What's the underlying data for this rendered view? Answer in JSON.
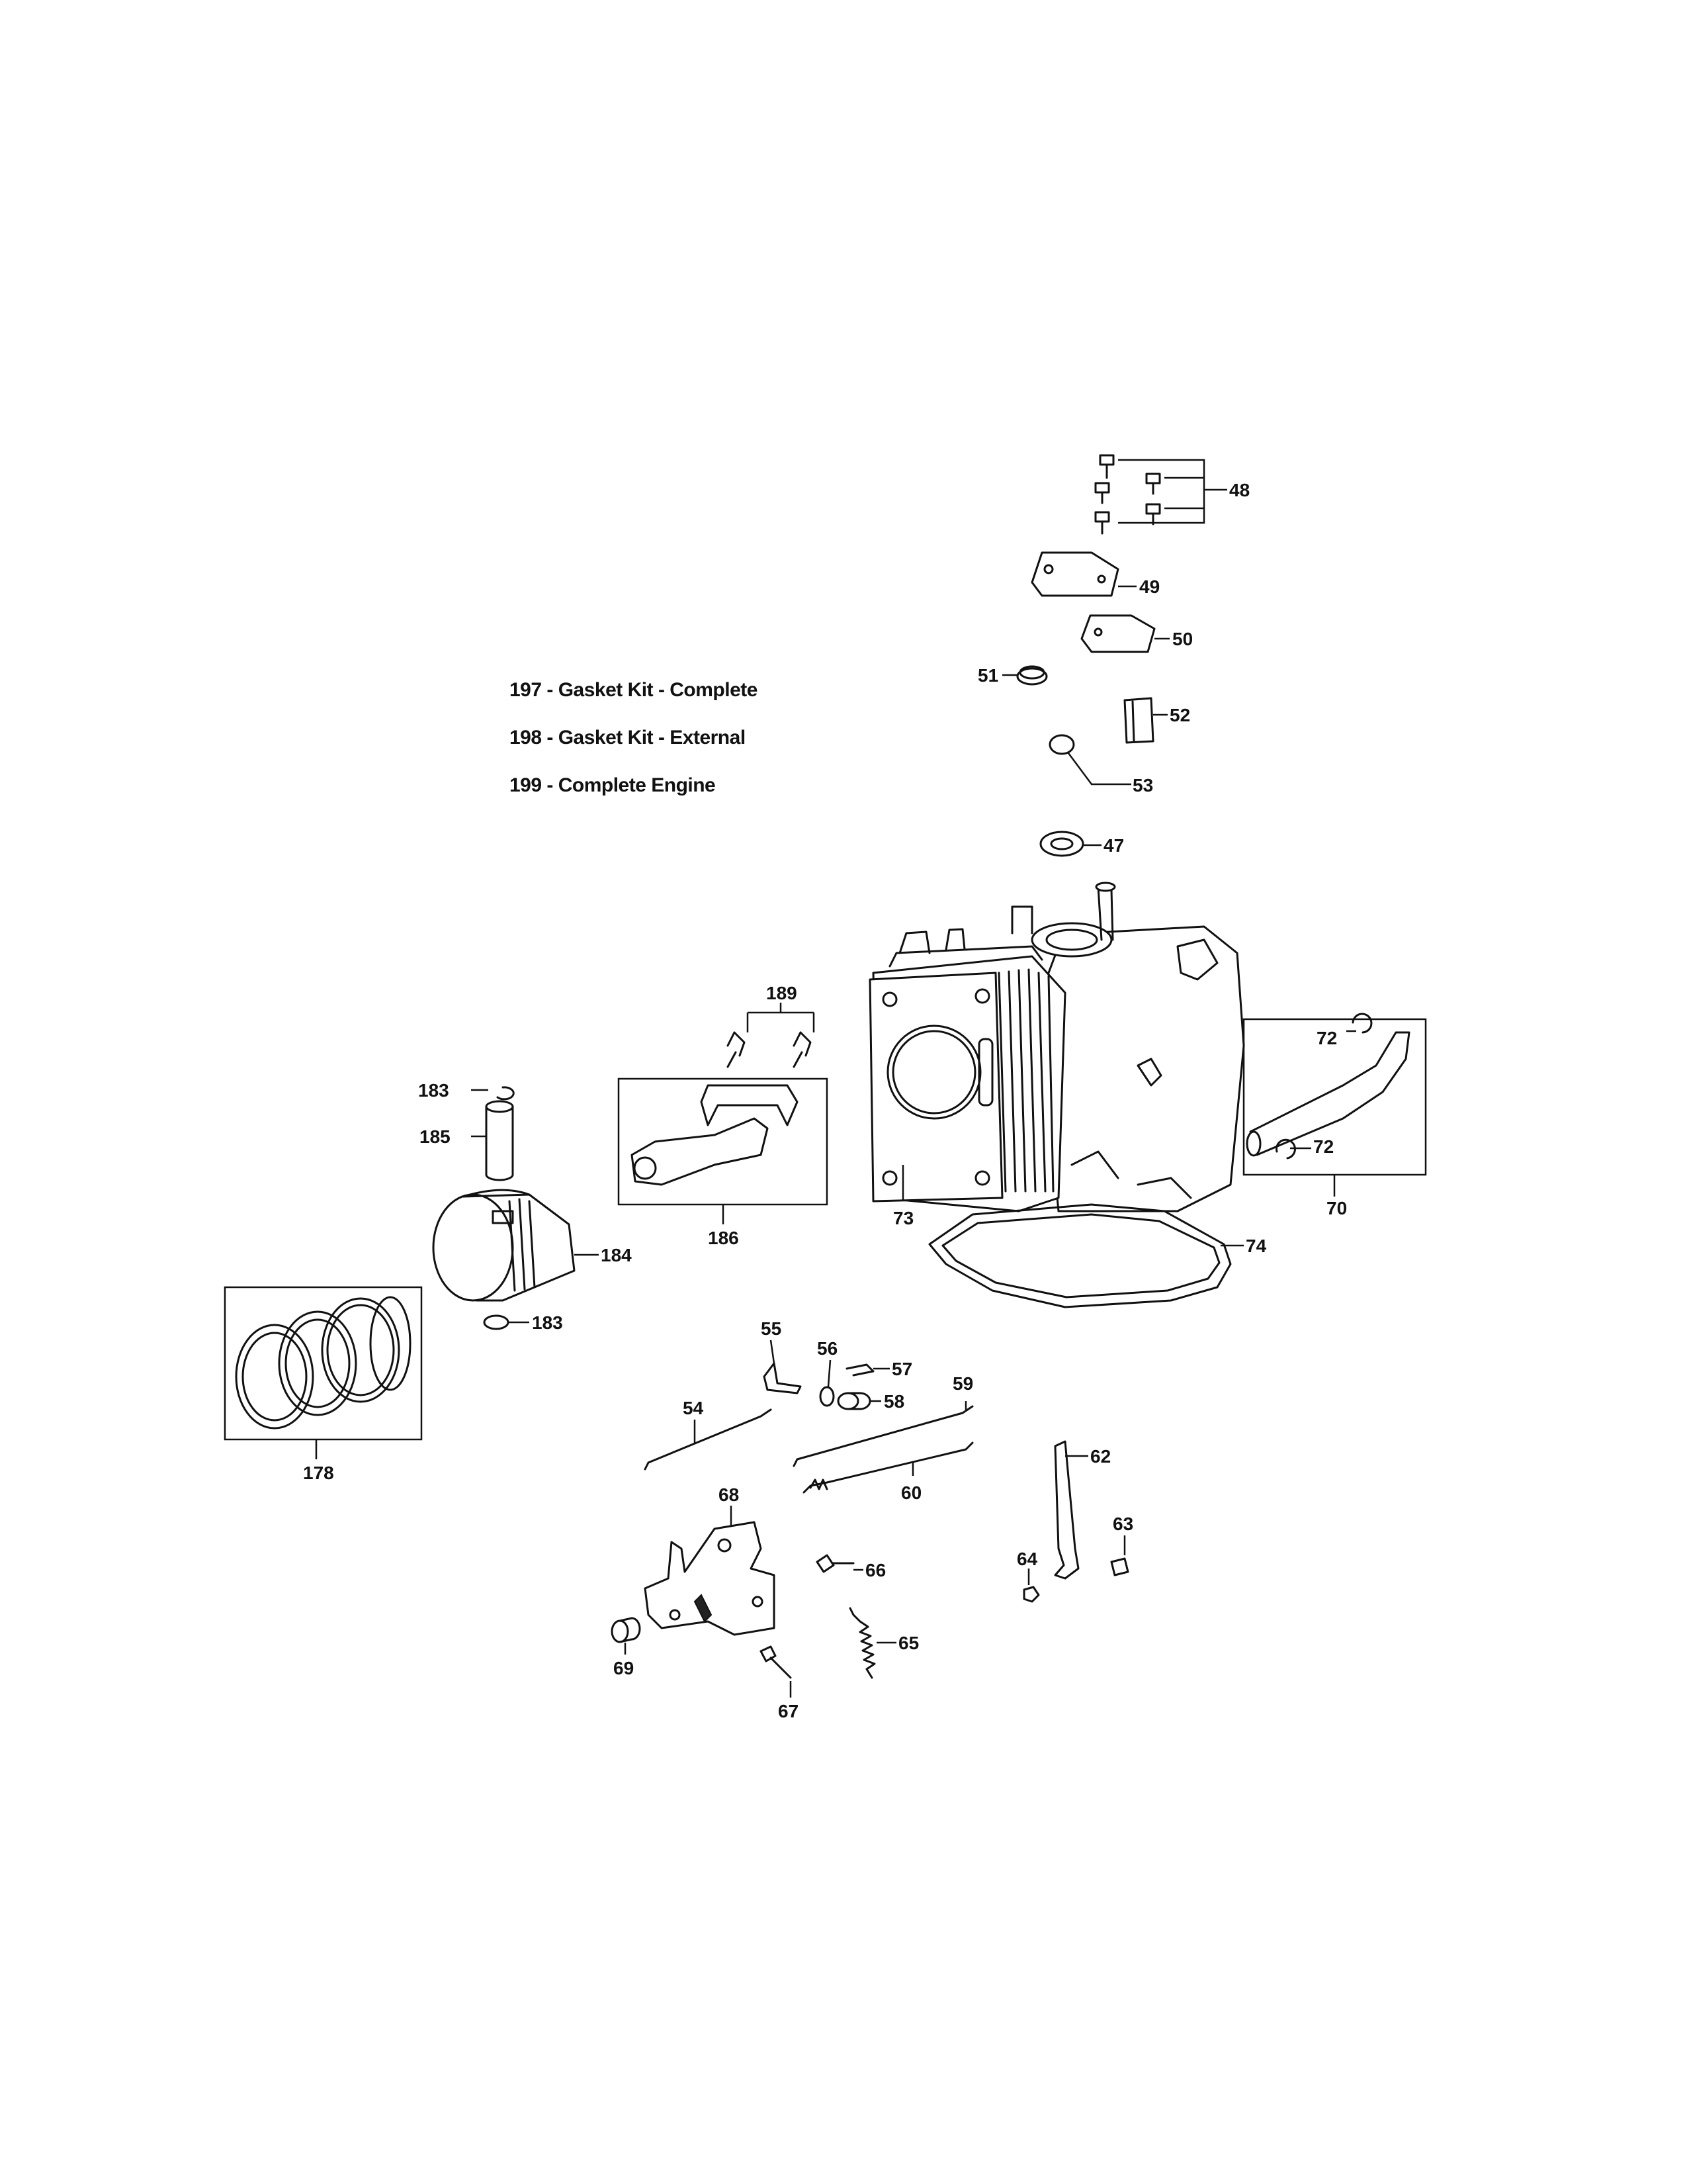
{
  "legend": [
    {
      "text": "197 - Gasket Kit - Complete"
    },
    {
      "text": "198 - Gasket Kit - External"
    },
    {
      "text": "199 - Complete Engine"
    }
  ],
  "callouts": {
    "c48": "48",
    "c49": "49",
    "c50": "50",
    "c51": "51",
    "c52": "52",
    "c53": "53",
    "c47": "47",
    "c189": "189",
    "c183a": "183",
    "c185": "185",
    "c186": "186",
    "c184": "184",
    "c183b": "183",
    "c178": "178",
    "c73": "73",
    "c72a": "72",
    "c72b": "72",
    "c70": "70",
    "c74": "74",
    "c55": "55",
    "c56": "56",
    "c57": "57",
    "c58": "58",
    "c54": "54",
    "c59": "59",
    "c60": "60",
    "c62": "62",
    "c63": "63",
    "c64": "64",
    "c68": "68",
    "c66": "66",
    "c65": "65",
    "c69": "69",
    "c67": "67"
  }
}
